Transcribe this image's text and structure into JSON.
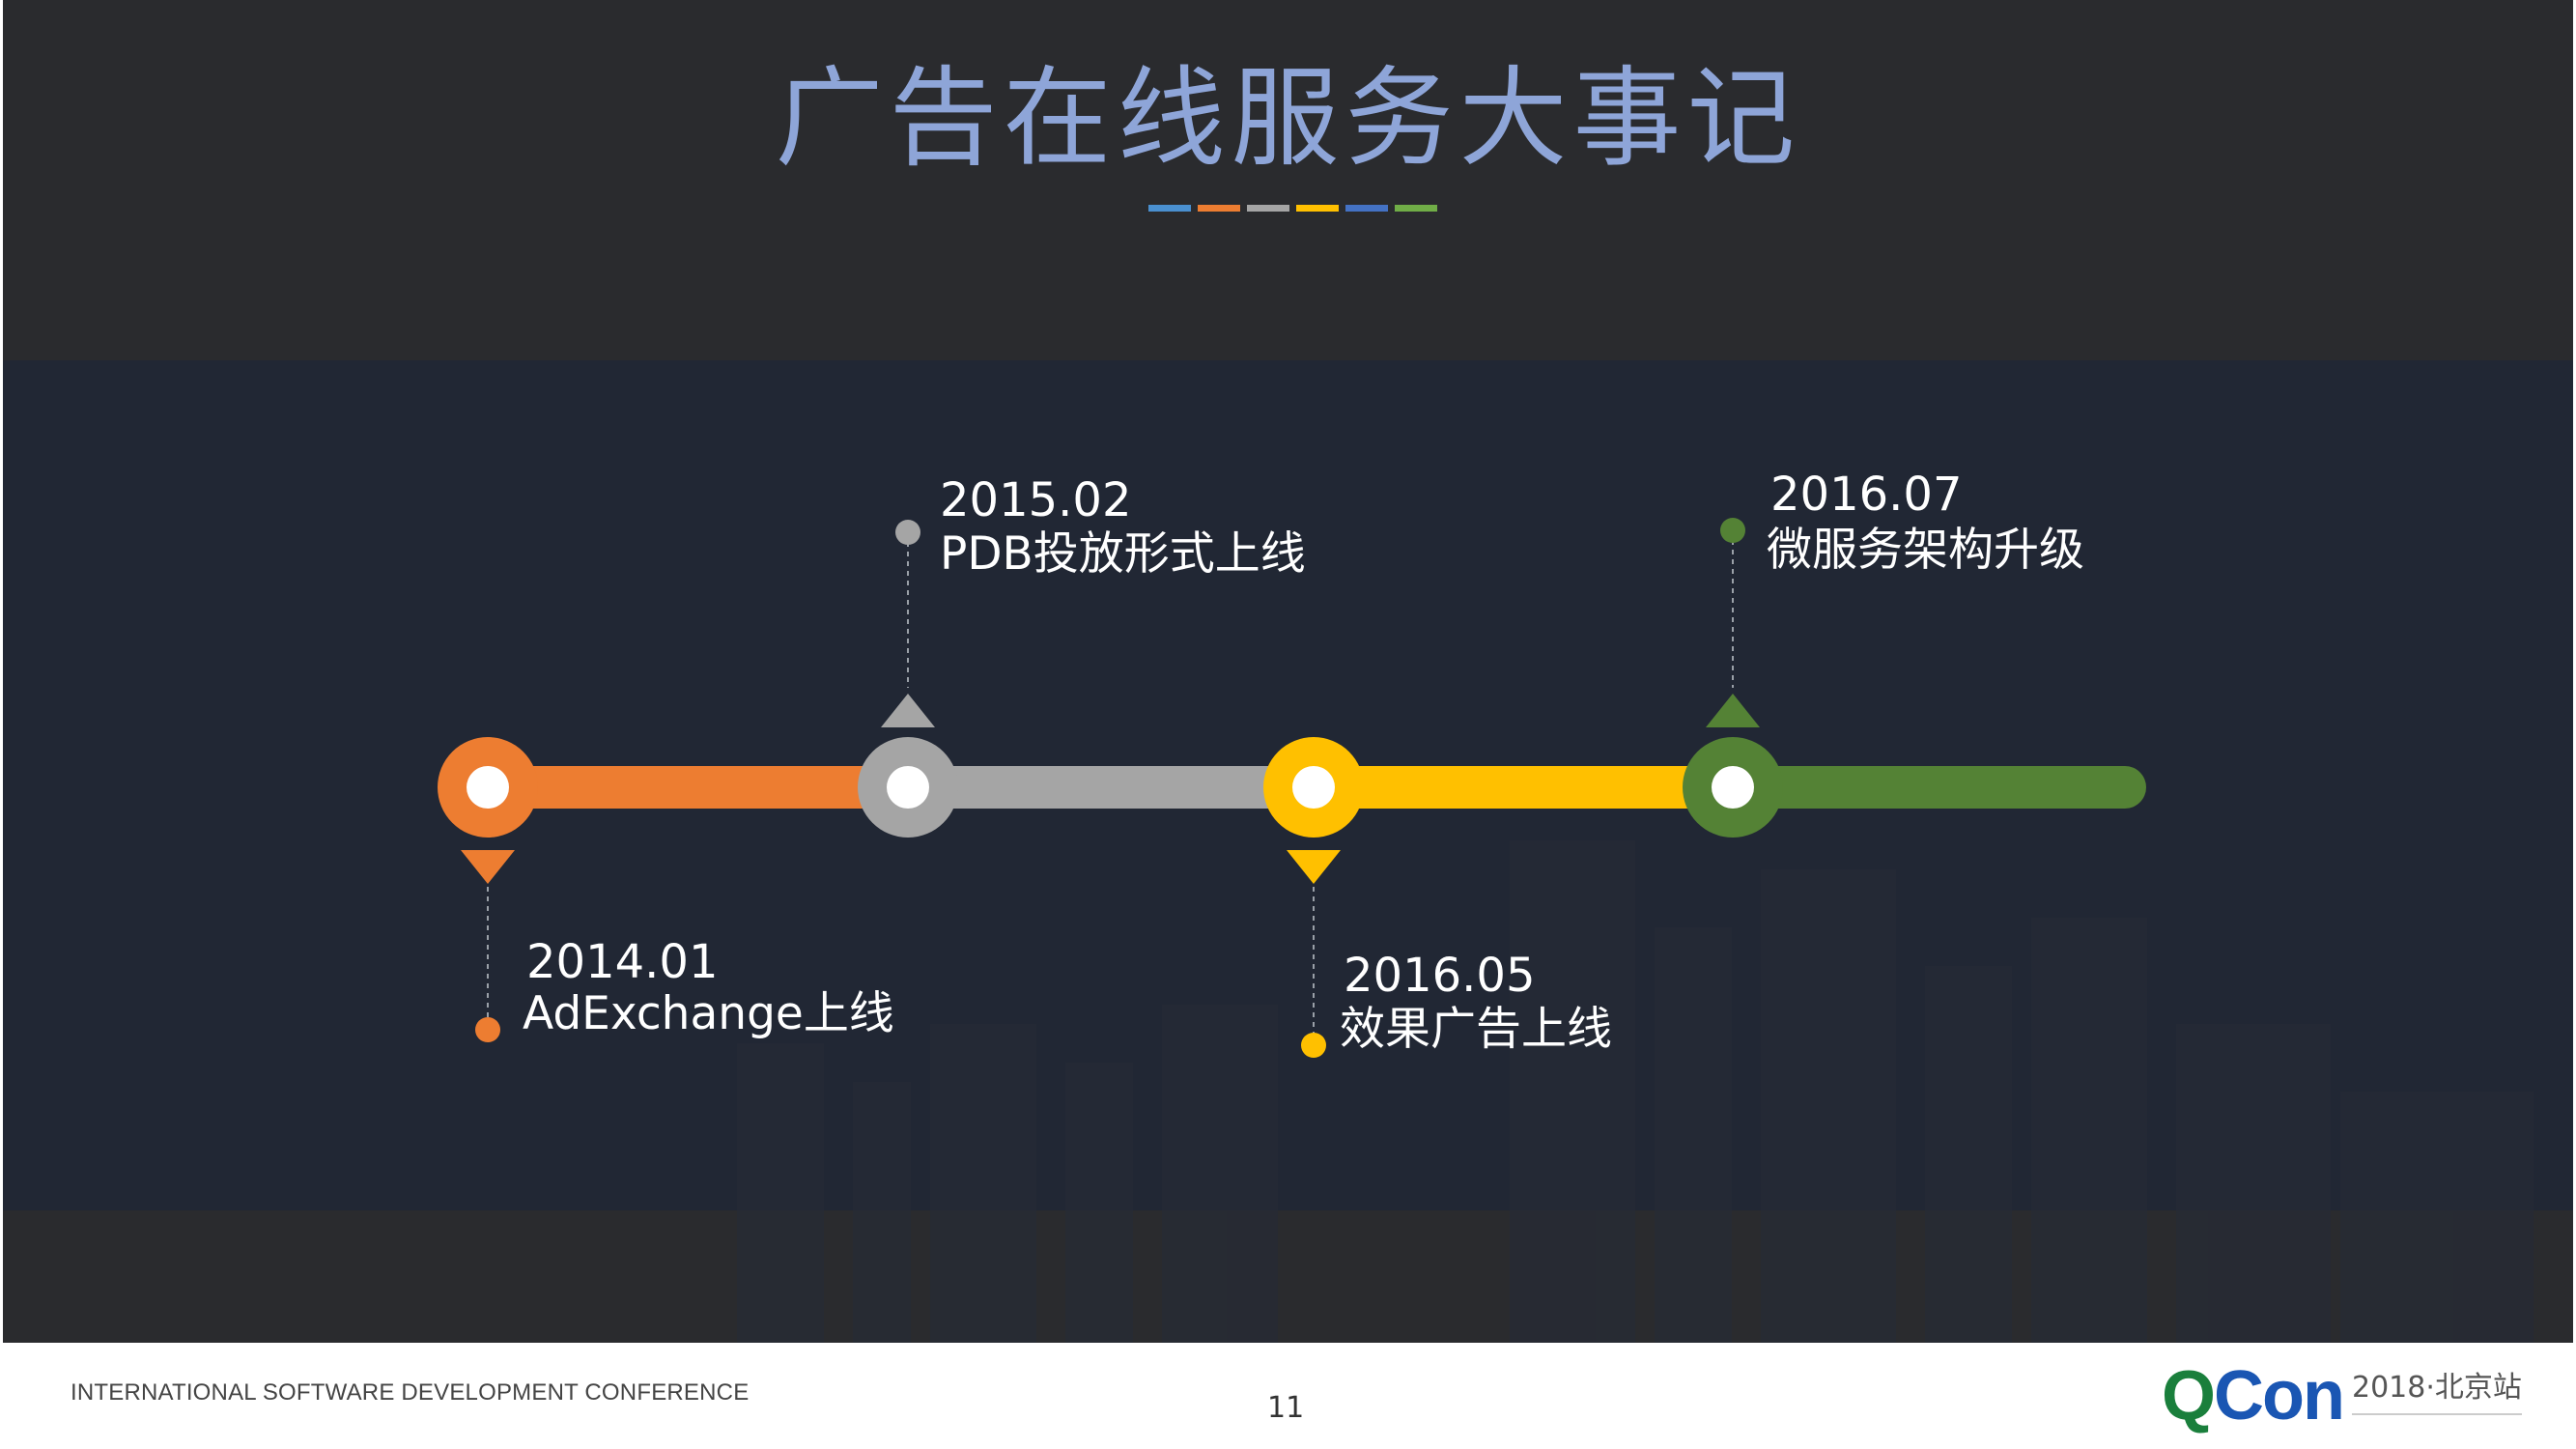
{
  "slide": {
    "title": "广告在线服务大事记",
    "title_color": "#8ea5d8",
    "title_bar_colors": [
      "#4a90d0",
      "#ed7d31",
      "#a5a5a5",
      "#ffc000",
      "#4472c4",
      "#70ad47"
    ]
  },
  "timeline": {
    "events": [
      {
        "date": "2014.01",
        "label": "AdExchange上线",
        "color": "#ed7d31",
        "position": "below"
      },
      {
        "date": "2015.02",
        "label": "PDB投放形式上线",
        "color": "#a5a5a5",
        "position": "above"
      },
      {
        "date": "2016.05",
        "label": "效果广告上线",
        "color": "#ffc000",
        "position": "below"
      },
      {
        "date": "2016.07",
        "label": "微服务架构升级",
        "color": "#548235",
        "position": "above"
      }
    ]
  },
  "footer": {
    "conference": "INTERNATIONAL SOFTWARE DEVELOPMENT CONFERENCE",
    "page_number": "11",
    "logo_q": "Q",
    "logo_con": "Con",
    "edition": "2018·北京站"
  }
}
